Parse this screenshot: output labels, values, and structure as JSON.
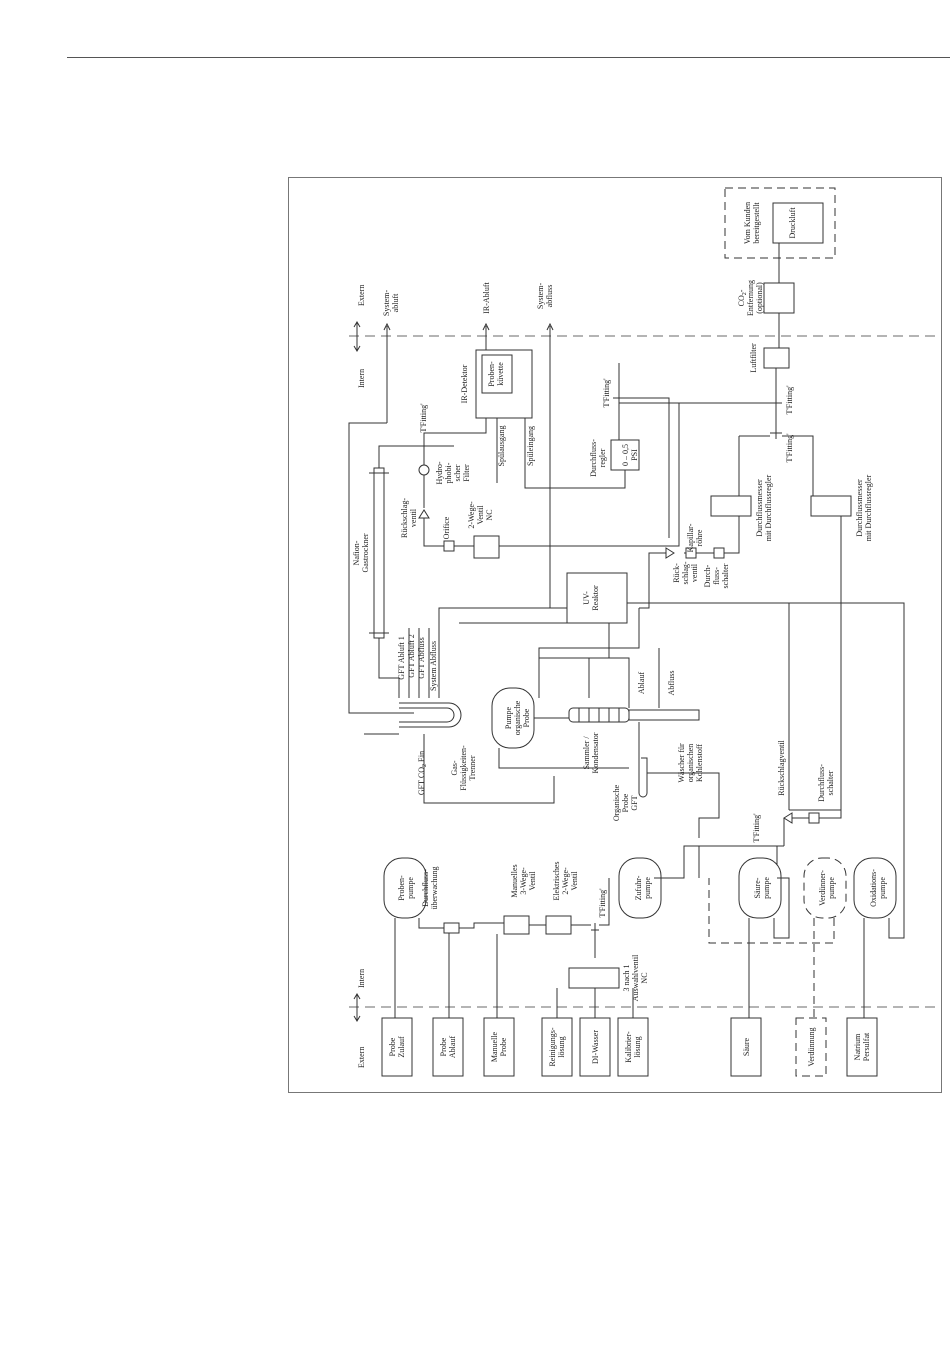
{
  "zones": {
    "extern": "Extern",
    "intern": "Intern"
  },
  "inputs": {
    "probe_zulauf": [
      "Probe",
      "Zulauf"
    ],
    "probe_ablauf": [
      "Probe",
      "Ablauf"
    ],
    "manuelle_probe": [
      "Manuelle",
      "Probe"
    ],
    "reinigungsloesung": [
      "Reinigungs-",
      "lösung"
    ],
    "di_wasser": "DI-Wasser",
    "kalibrierloesung": [
      "Kalibrier-",
      "lösung"
    ],
    "saeure": "Säure",
    "verduennung": "Verdünnung",
    "natrium_persulfat": [
      "Natrium",
      "Persulfat"
    ]
  },
  "outputs": {
    "system_abluft": [
      "System-",
      "abluft"
    ],
    "ir_abluft": "IR-Abluft",
    "system_abfluss": [
      "System-",
      "abfluss"
    ]
  },
  "components": {
    "probenpumpe": [
      "Proben-",
      "pumpe"
    ],
    "durchflussueberwachung": [
      "Durchfluss-",
      "überwachung"
    ],
    "manuelles_ventil": [
      "Manuelles",
      "3-Wege-",
      "Ventil"
    ],
    "elektrisches_ventil": [
      "Elektrisches",
      "2-Wege-",
      "Ventil"
    ],
    "t_fitting_zufuhr": "T'Fitting'",
    "auswahlventil": [
      "3 nach 1",
      "Auswahlventil",
      "NC"
    ],
    "zufuhrpumpe": [
      "Zufuhr-",
      "pumpe"
    ],
    "saeurepumpe": [
      "Säure-",
      "pumpe"
    ],
    "verduennerpumpe": [
      "Verdünner-",
      "pumpe"
    ],
    "oxidationspumpe": [
      "Oxidations-",
      "pumpe"
    ],
    "t_fitting_mixer": "T'Fitting'",
    "rueckschlagventil_mixer": "Rückschlagventil",
    "durchflussschalter_mixer": [
      "Durchfluss-",
      "schalter"
    ],
    "gft_co2_ein": "GFT CO",
    "gft_co2_ein_tail": "Ein",
    "gft_co2_sub": "2",
    "gas_fluessigkeiten_trenner": [
      "Gas-",
      "Flüssigkeiten-",
      "Trenner"
    ],
    "pumpe_organische_probe": [
      "Pumpe",
      "organische",
      "Probe"
    ],
    "sammler_kondensator": [
      "Sammler /",
      "Kondensator"
    ],
    "organische_probe_gft": [
      "Organische",
      "Probe",
      "GFT"
    ],
    "waescher": [
      "Wäscher für",
      "organischen",
      "Kohlenstoff"
    ],
    "ablauf": "Ablauf",
    "abfluss": "Abfluss",
    "gft_abluft_1": "GFT Abluft 1",
    "gft_abluft_2": "GFT Abluft 2",
    "gft_abfluss": "GFT Abfluss",
    "system_abfluss_label": "System Abfluss",
    "nafion": [
      "Nafion-",
      "Gastrockner"
    ],
    "hydrophober_filter": [
      "Hydro-",
      "phobi-",
      "scher",
      "Filter"
    ],
    "t_fitting_filter": "T'Fitting'",
    "rueckschlagventil_orifice": [
      "Rückschlag-",
      "ventil"
    ],
    "orifice": "Orifice",
    "zwei_wege_ventil_nc": [
      "2-Wege-",
      "Ventil",
      "NC"
    ],
    "ir_detektor": "IR-Detektor",
    "probenkuevette": [
      "Proben-",
      "küvette"
    ],
    "spuelausgang": "Spülausgang",
    "spueleingang": "Spüleingang",
    "uv_reaktor": [
      "UV-",
      "Reaktor"
    ],
    "durchflussregler": [
      "Durchfluss-",
      "regler"
    ],
    "psi": [
      "0 – 0,5",
      "PSI"
    ],
    "t_fitting_regler": "T'Fitting'",
    "kapillarroehre": [
      "Kapillar-",
      "röhre"
    ],
    "rueckschlagventil_kapillar": [
      "Rück-",
      "schlag-",
      "ventil"
    ],
    "durchflussschalter_kapillar": [
      "Durch-",
      "fluss-",
      "schalter"
    ],
    "durchflussmesser_1": [
      "Durchflussmesser",
      "mit Durchflussregler"
    ],
    "durchflussmesser_2": [
      "Durchflussmesser",
      "mit Durchflussregler"
    ],
    "t_fitting_left": "T'Fitting'",
    "t_fitting_right": "T'Fitting'",
    "luftfilter": "Luftfilter",
    "co2_entfernung": "CO",
    "co2_entfernung_tail": [
      "-",
      "Entfernung",
      "(optional)"
    ],
    "co2_sub": "2",
    "vom_kunden": [
      "Vom Kunden",
      "bereitgestellt"
    ],
    "druckluft": "Druckluft"
  }
}
